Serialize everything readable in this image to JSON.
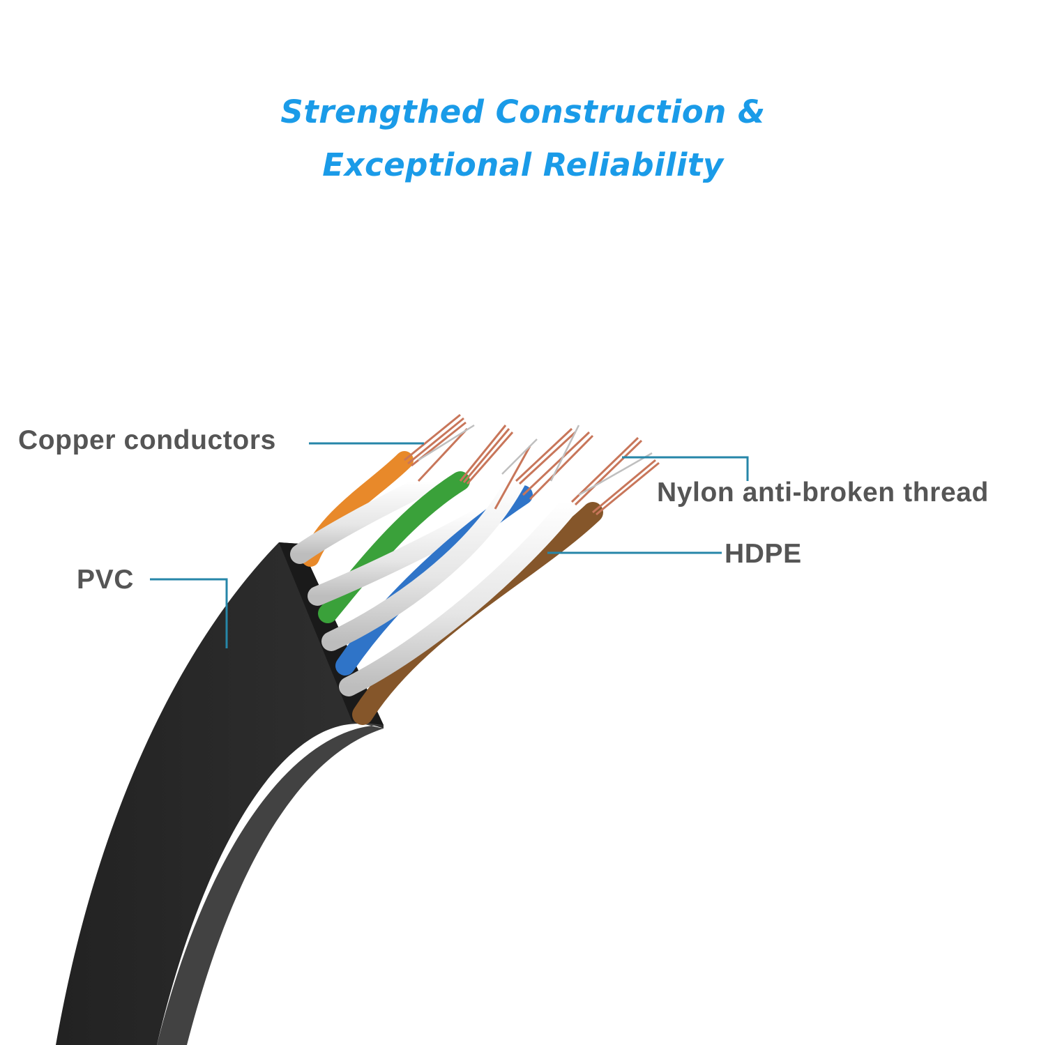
{
  "title": {
    "line1": "Strengthed Construction &",
    "line2": "Exceptional Reliability"
  },
  "labels": {
    "copper": "Copper conductors",
    "nylon": "Nylon anti-broken thread",
    "hdpe": "HDPE",
    "pvc": "PVC"
  },
  "colors": {
    "title": "#1a9be8",
    "label": "#555555",
    "leader": "#2686a8",
    "jacket": "#2b2b2b",
    "jacket_side": "#3c3c3c",
    "copper": "#c8765a",
    "orange": "#e8892a",
    "green": "#3aa13a",
    "blue": "#2f74c8",
    "brown": "#85562a",
    "white_wire": "#e8e8e8"
  },
  "wire_pairs": [
    "orange",
    "green",
    "blue",
    "brown"
  ]
}
